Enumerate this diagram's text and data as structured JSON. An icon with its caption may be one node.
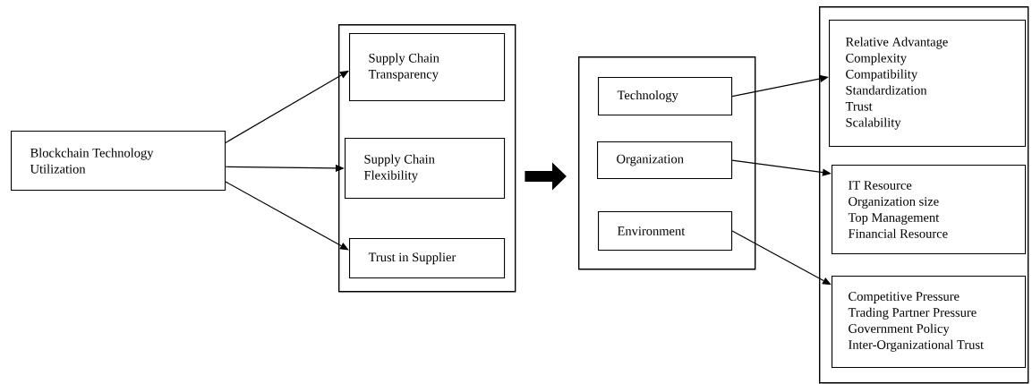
{
  "diagram": {
    "nodes": [
      {
        "text": [
          "Blockchain Technology Utilization"
        ]
      },
      {
        "text": [],
        "shape": "box"
      },
      {
        "text": [
          "Supply Chain Transparency"
        ],
        "in": 1
      },
      {
        "text": [
          "Supply Chain Flexibility"
        ],
        "in": 1
      },
      {
        "text": [
          "Trust in Supplier"
        ],
        "in": 1
      },
      {
        "text": [],
        "shape": "box"
      },
      {
        "text": [
          "Technology"
        ],
        "in": 5
      },
      {
        "text": [
          "Organization"
        ],
        "in": 5
      },
      {
        "text": [
          "Environment"
        ],
        "in": 5
      },
      {
        "text": [],
        "shape": "box"
      },
      {
        "text": [
          "Relative Advantage",
          "Complexity",
          "Compatibility",
          "Standardization",
          "Trust",
          "Scalability"
        ],
        "in": 9
      },
      {
        "text": [
          "IT Resource",
          "Organization size",
          "Top Management",
          "Financial Resource"
        ],
        "in": 9
      },
      {
        "text": [
          "Competitive Pressure",
          "Trading Partner Pressure",
          "Government Policy",
          "Inter-Organizational Trust"
        ],
        "in": 9
      }
    ],
    "edges": [
      {
        "from": 0,
        "to": 2,
        "arrow": "to"
      },
      {
        "from": 0,
        "to": 3,
        "arrow": "to"
      },
      {
        "from": 0,
        "to": 4,
        "arrow": "to"
      },
      {
        "from": 1,
        "to": 5,
        "arrow": "to",
        "style": "thick"
      },
      {
        "from": 6,
        "to": 10,
        "arrow": "to"
      },
      {
        "from": 7,
        "to": 11,
        "arrow": "to"
      },
      {
        "from": 8,
        "to": 12,
        "arrow": "to"
      }
    ]
  }
}
